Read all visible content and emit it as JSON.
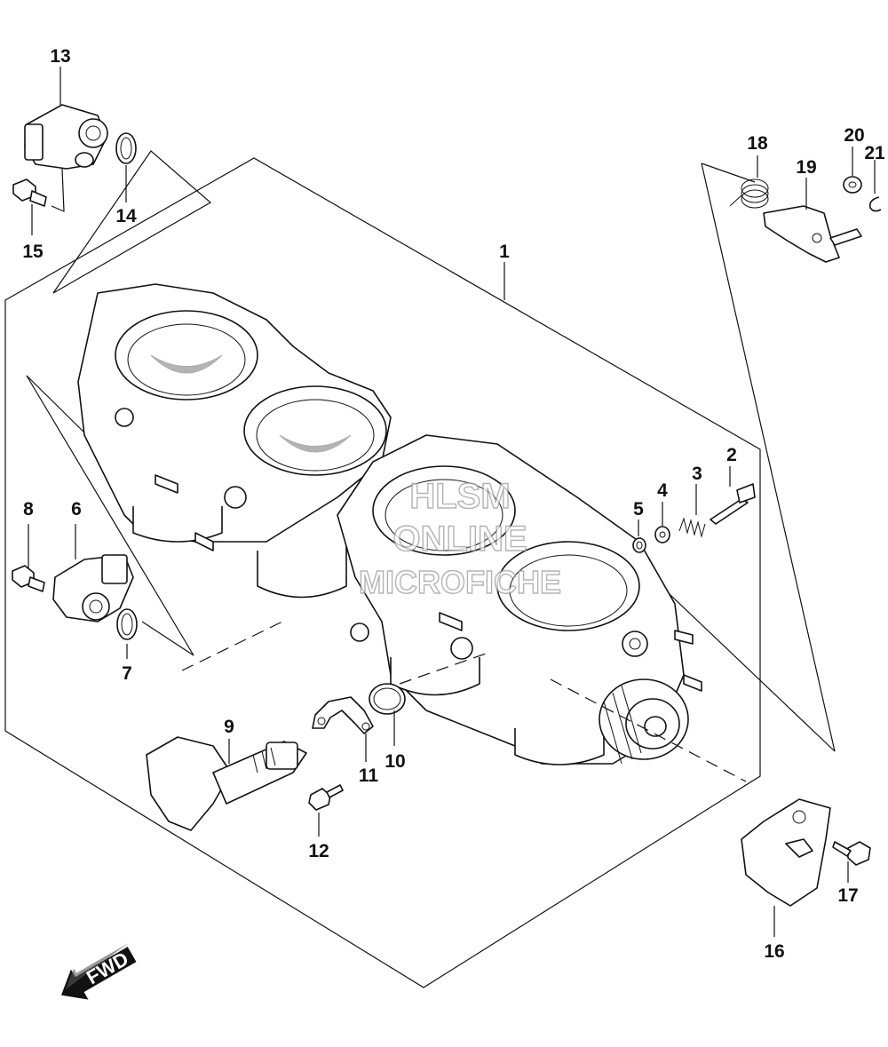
{
  "callouts": [
    {
      "key": "p1",
      "label": "1"
    },
    {
      "key": "p2",
      "label": "2"
    },
    {
      "key": "p3",
      "label": "3"
    },
    {
      "key": "p4",
      "label": "4"
    },
    {
      "key": "p5",
      "label": "5"
    },
    {
      "key": "p6",
      "label": "6"
    },
    {
      "key": "p7",
      "label": "7"
    },
    {
      "key": "p8",
      "label": "8"
    },
    {
      "key": "p9",
      "label": "9"
    },
    {
      "key": "p10",
      "label": "10"
    },
    {
      "key": "p11",
      "label": "11"
    },
    {
      "key": "p12",
      "label": "12"
    },
    {
      "key": "p13",
      "label": "13"
    },
    {
      "key": "p14",
      "label": "14"
    },
    {
      "key": "p15",
      "label": "15"
    },
    {
      "key": "p16",
      "label": "16"
    },
    {
      "key": "p17",
      "label": "17"
    },
    {
      "key": "p18",
      "label": "18"
    },
    {
      "key": "p19",
      "label": "19"
    },
    {
      "key": "p20",
      "label": "20"
    },
    {
      "key": "p21",
      "label": "21"
    }
  ],
  "watermark": {
    "line1": "HLSM",
    "line2": "ONLINE",
    "line3": "MICROFICHE"
  },
  "direction_arrow": {
    "label": "FWD",
    "icon": "forward-arrow-icon"
  }
}
